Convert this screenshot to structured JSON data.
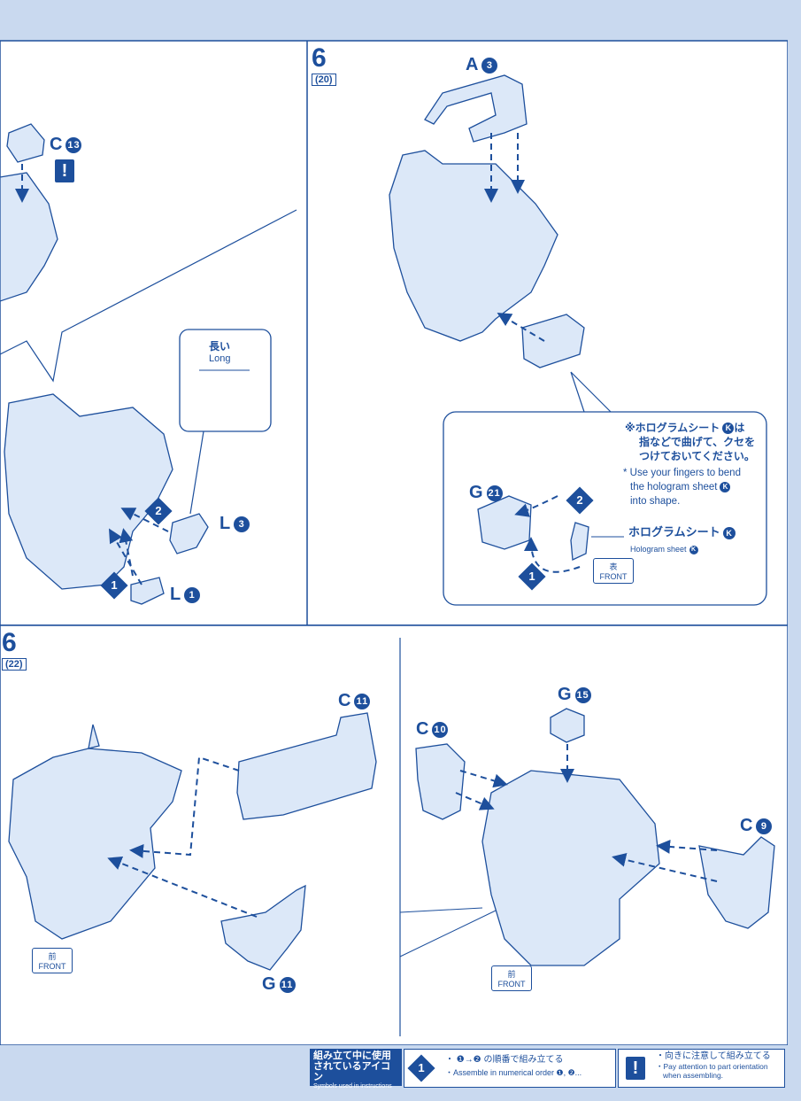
{
  "step6_top": {
    "number": "6",
    "page_ref": "(20)",
    "label_A": "A",
    "num_A": "3",
    "hologram_note_ja": "※ホログラムシート",
    "hologram_note_ja_k": "K",
    "hologram_note_ja_2": "は",
    "hologram_note_ja_3": "指などで曲げて、クセを",
    "hologram_note_ja_4": "つけておいてください。",
    "hologram_note_en_1": "* Use your fingers to bend",
    "hologram_note_en_2": "the hologram sheet",
    "hologram_note_en_3": "into shape.",
    "label_G": "G",
    "num_G": "21",
    "step1": "1",
    "step2": "2",
    "sheet_ja": "ホログラムシート",
    "sheet_en": "Hologram sheet",
    "sheet_k": "K",
    "front_ja": "表",
    "front_en": "FRONT"
  },
  "left_top": {
    "label_C": "C",
    "num_C": "13",
    "excl": "!",
    "long_ja": "長い",
    "long_en": "Long",
    "label_L3": "L",
    "num_L3": "3",
    "label_L1": "L",
    "num_L1": "1",
    "step1": "1",
    "step2": "2"
  },
  "step6_bottom": {
    "number": "6",
    "page_ref": "(22)",
    "label_C11": "C",
    "num_C11": "11",
    "label_G11": "G",
    "num_G11": "11",
    "front_ja": "前",
    "front_en": "FRONT"
  },
  "bottom_right": {
    "label_G15": "G",
    "num_G15": "15",
    "label_C10": "C",
    "num_C10": "10",
    "label_C9": "C",
    "num_C9": "9",
    "front_ja": "前",
    "front_en": "FRONT"
  },
  "footer": {
    "icons_ja_1": "組み立て中に使用",
    "icons_ja_2": "されているアイコン",
    "icons_en": "Symbols used in instructions",
    "order_ja": "・ ❶→❷ の順番で組み立てる",
    "order_en": "・Assemble in numerical order ❶, ❷...",
    "order_icon": "1",
    "attn_ja": "・向きに注意して組み立てる",
    "attn_en_1": "・Pay attention to part orientation",
    "attn_en_2": "when assembling.",
    "attn_icon": "!"
  },
  "colors": {
    "ink": "#1d4f9c",
    "part_fill": "#dce8f8",
    "footer_bg": "#c9d9ef"
  }
}
